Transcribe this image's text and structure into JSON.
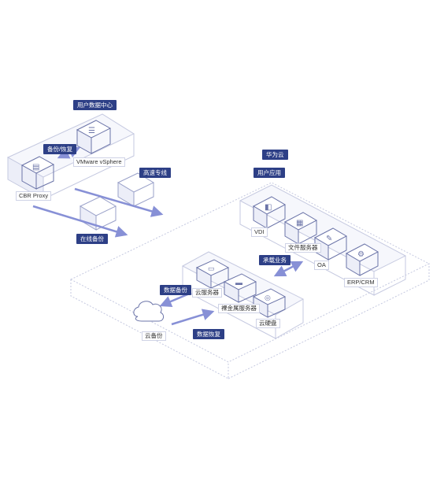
{
  "colors": {
    "primary": "#2d3f86",
    "arrow": "#8790d6",
    "outline": "#c5c9e0",
    "fill": "#f6f7fc"
  },
  "tags": {
    "user_dc": "用户数据中心",
    "backup_restore": "备份/恢复",
    "cloud": "华为云",
    "user_app": "用户应用",
    "dedicated_line": "高速专线",
    "online_backup": "在线备份",
    "data_backup": "数据备份",
    "data_restore": "数据恢复",
    "sync_business": "承载业务"
  },
  "labels": {
    "vsphere": "VMware vSphere",
    "cbr_proxy": "CBR Proxy",
    "vdi": "VDI",
    "file_server": "文件服务器",
    "oa": "OA",
    "erp_crm": "ERP/CRM",
    "cloud_server": "云服务器",
    "bare_metal": "裸金属服务器",
    "cloud_disk": "云硬盘",
    "cloud_backup": "云备份"
  },
  "icons": {
    "vsphere": "server-stack-icon",
    "cbr_proxy": "proxy-document-icon",
    "vdi": "desktop-icon",
    "file_server": "file-server-icon",
    "oa": "oa-form-icon",
    "erp_crm": "erp-gear-icon",
    "cloud_server": "cloud-server-icon",
    "bare_metal": "bare-metal-icon",
    "cloud_disk": "disk-icon",
    "cloud_backup": "cloud-icon"
  }
}
